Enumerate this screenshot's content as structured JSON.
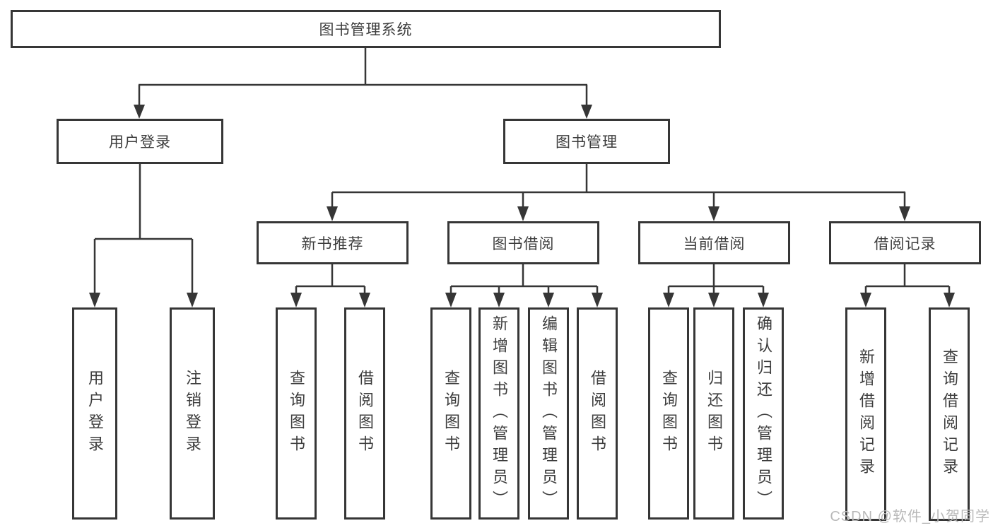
{
  "tree": {
    "root": {
      "label": "图书管理系统"
    },
    "user_login": {
      "label": "用户登录",
      "children": [
        "用户登录",
        "注销登录"
      ]
    },
    "book_management": {
      "label": "图书管理",
      "sections": [
        {
          "label": "新书推荐",
          "children": [
            "查询图书",
            "借阅图书"
          ]
        },
        {
          "label": "图书借阅",
          "children": [
            "查询图书",
            "新增图书（管理员）",
            "编辑图书（管理员）",
            "借阅图书"
          ]
        },
        {
          "label": "当前借阅",
          "children": [
            "查询图书",
            "归还图书",
            "确认归还（管理员）"
          ]
        },
        {
          "label": "借阅记录",
          "children": [
            "新增借阅记录",
            "查询借阅记录"
          ]
        }
      ]
    }
  },
  "watermark": {
    "text": "CSDN @软件_小贺同学"
  },
  "colors": {
    "line": "#363636",
    "box_border": "#363636",
    "text": "#3d3d3d",
    "watermark": "#b9b9b9",
    "background": "#ffffff"
  }
}
